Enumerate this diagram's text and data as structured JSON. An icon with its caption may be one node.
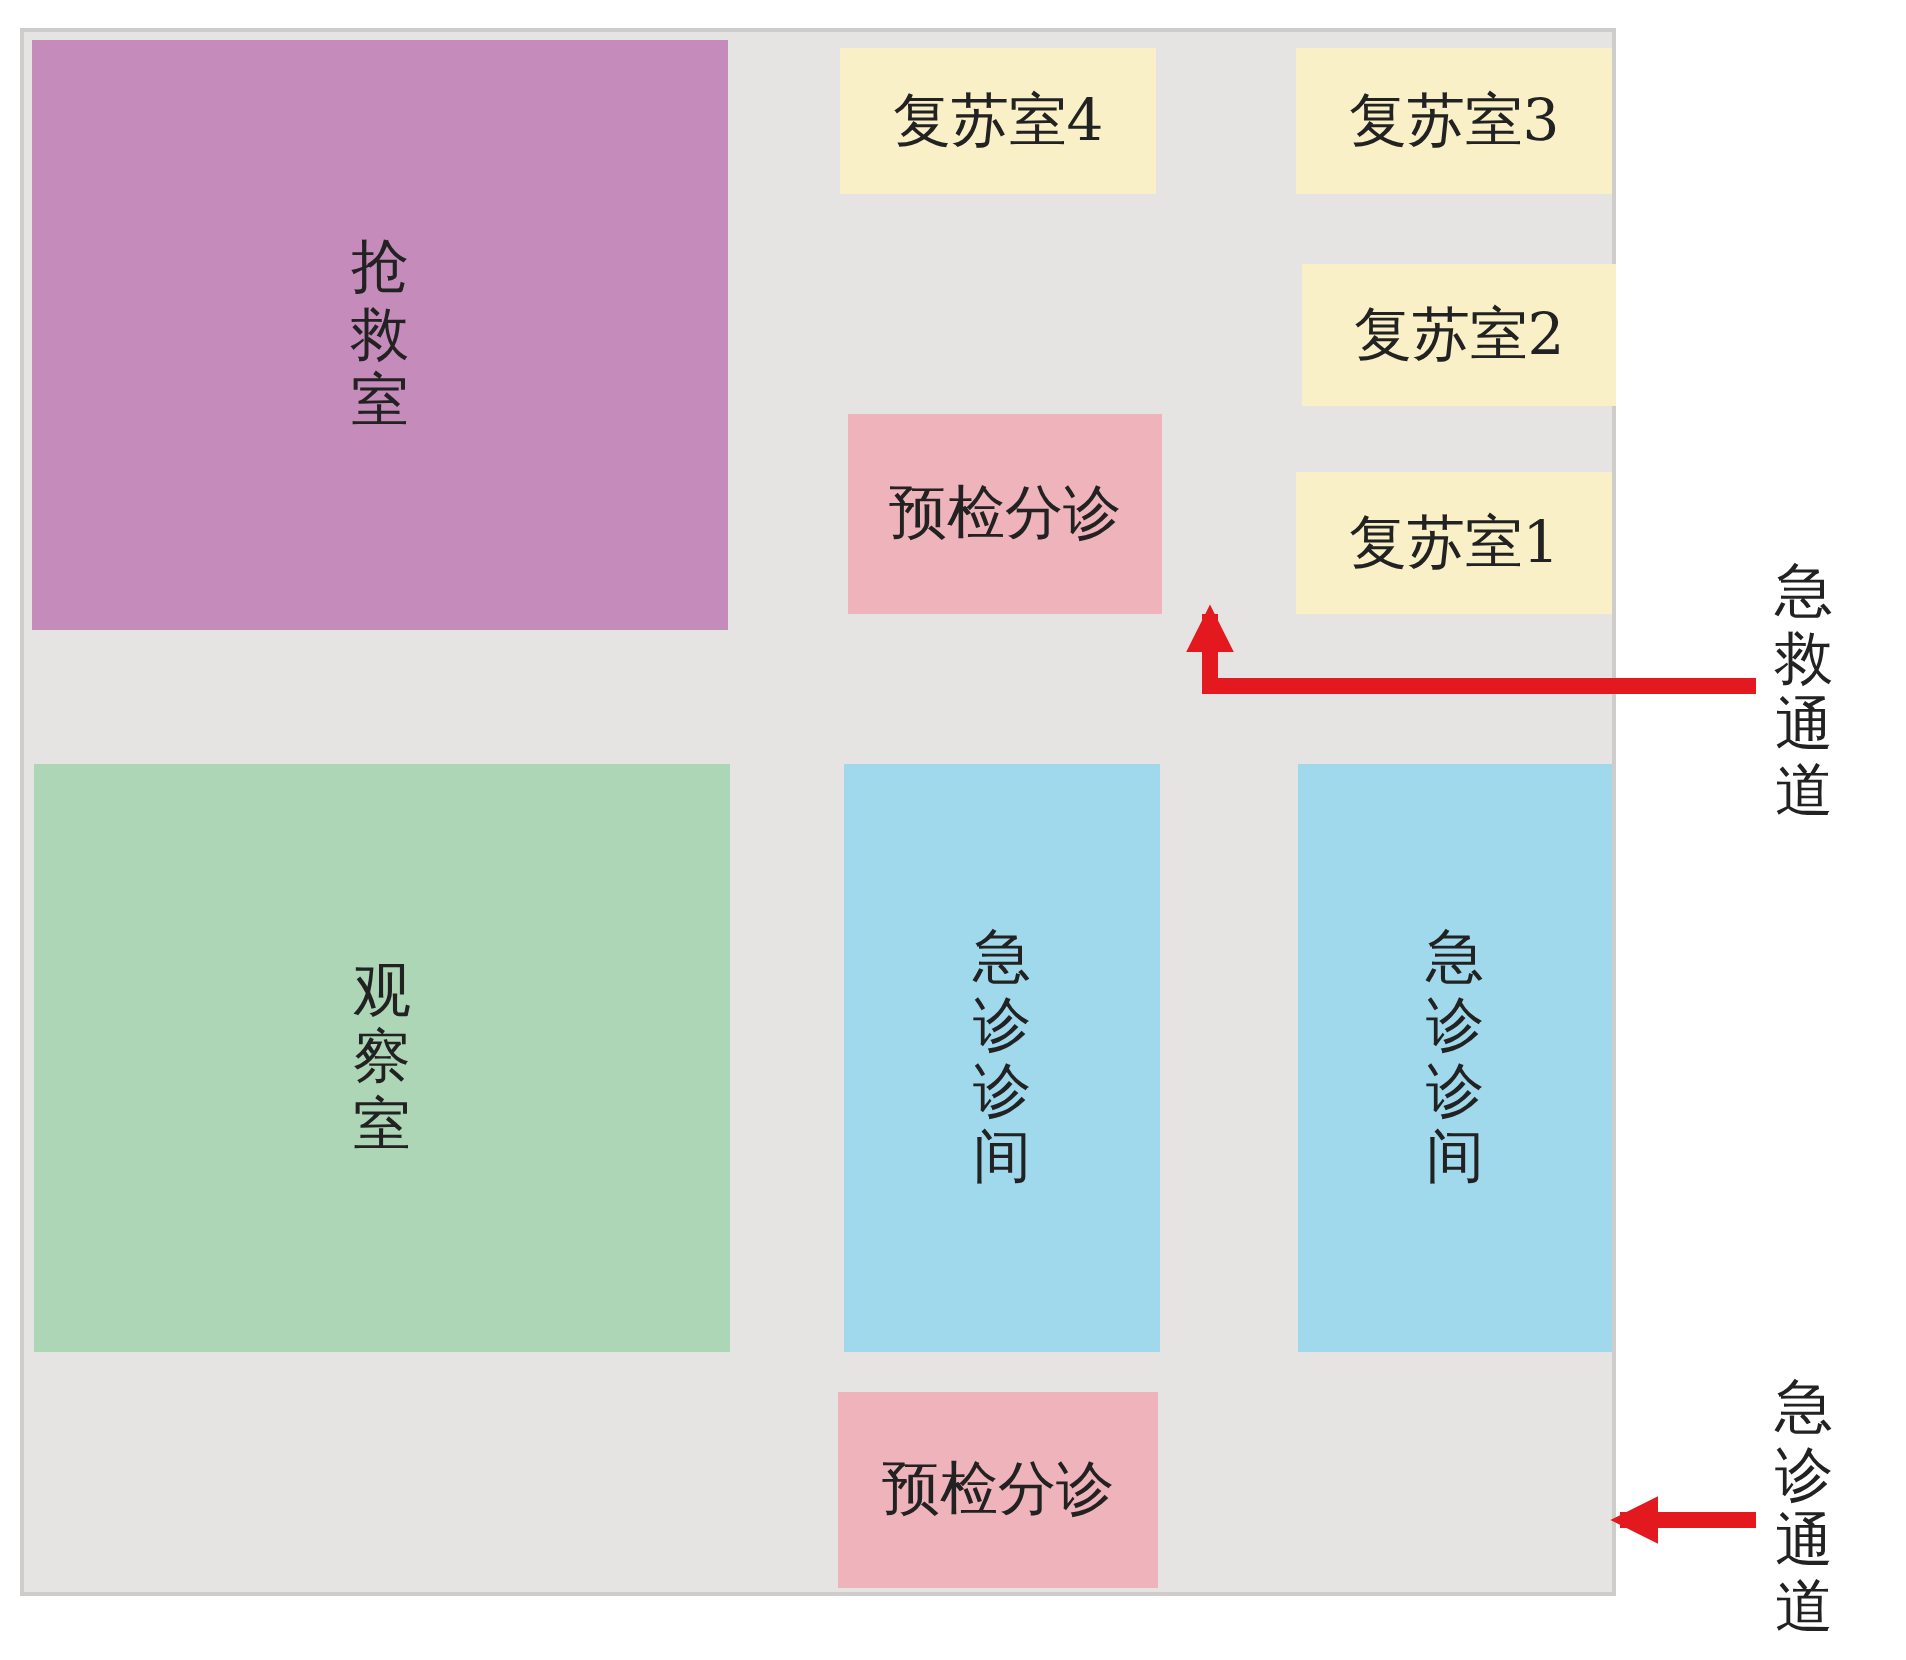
{
  "diagram": {
    "nodes": [
      {
        "text": [],
        "shape": "box"
      },
      {
        "text": [
          "抢救室"
        ],
        "in": 0
      },
      {
        "text": [
          "复苏室4"
        ],
        "in": 0
      },
      {
        "text": [
          "复苏室3"
        ],
        "in": 0
      },
      {
        "text": [
          "复苏室2"
        ],
        "in": 0
      },
      {
        "text": [
          "预检分诊"
        ],
        "in": 0
      },
      {
        "text": [
          "复苏室1"
        ],
        "in": 0
      },
      {
        "text": [
          "观察室"
        ],
        "in": 0
      },
      {
        "text": [
          "急诊诊间"
        ],
        "in": 0
      },
      {
        "text": [
          "急诊诊间"
        ],
        "in": 0
      },
      {
        "text": [
          "预检分诊"
        ],
        "in": 0
      },
      {
        "text": [
          "急救通道"
        ]
      },
      {
        "text": [
          "急诊通道"
        ]
      }
    ],
    "edges": [
      {
        "from": 11,
        "to": 5,
        "arrow": "to",
        "color": "#e3191f"
      },
      {
        "from": 12,
        "to": 0,
        "arrow": "to",
        "color": "#e3191f"
      }
    ]
  }
}
